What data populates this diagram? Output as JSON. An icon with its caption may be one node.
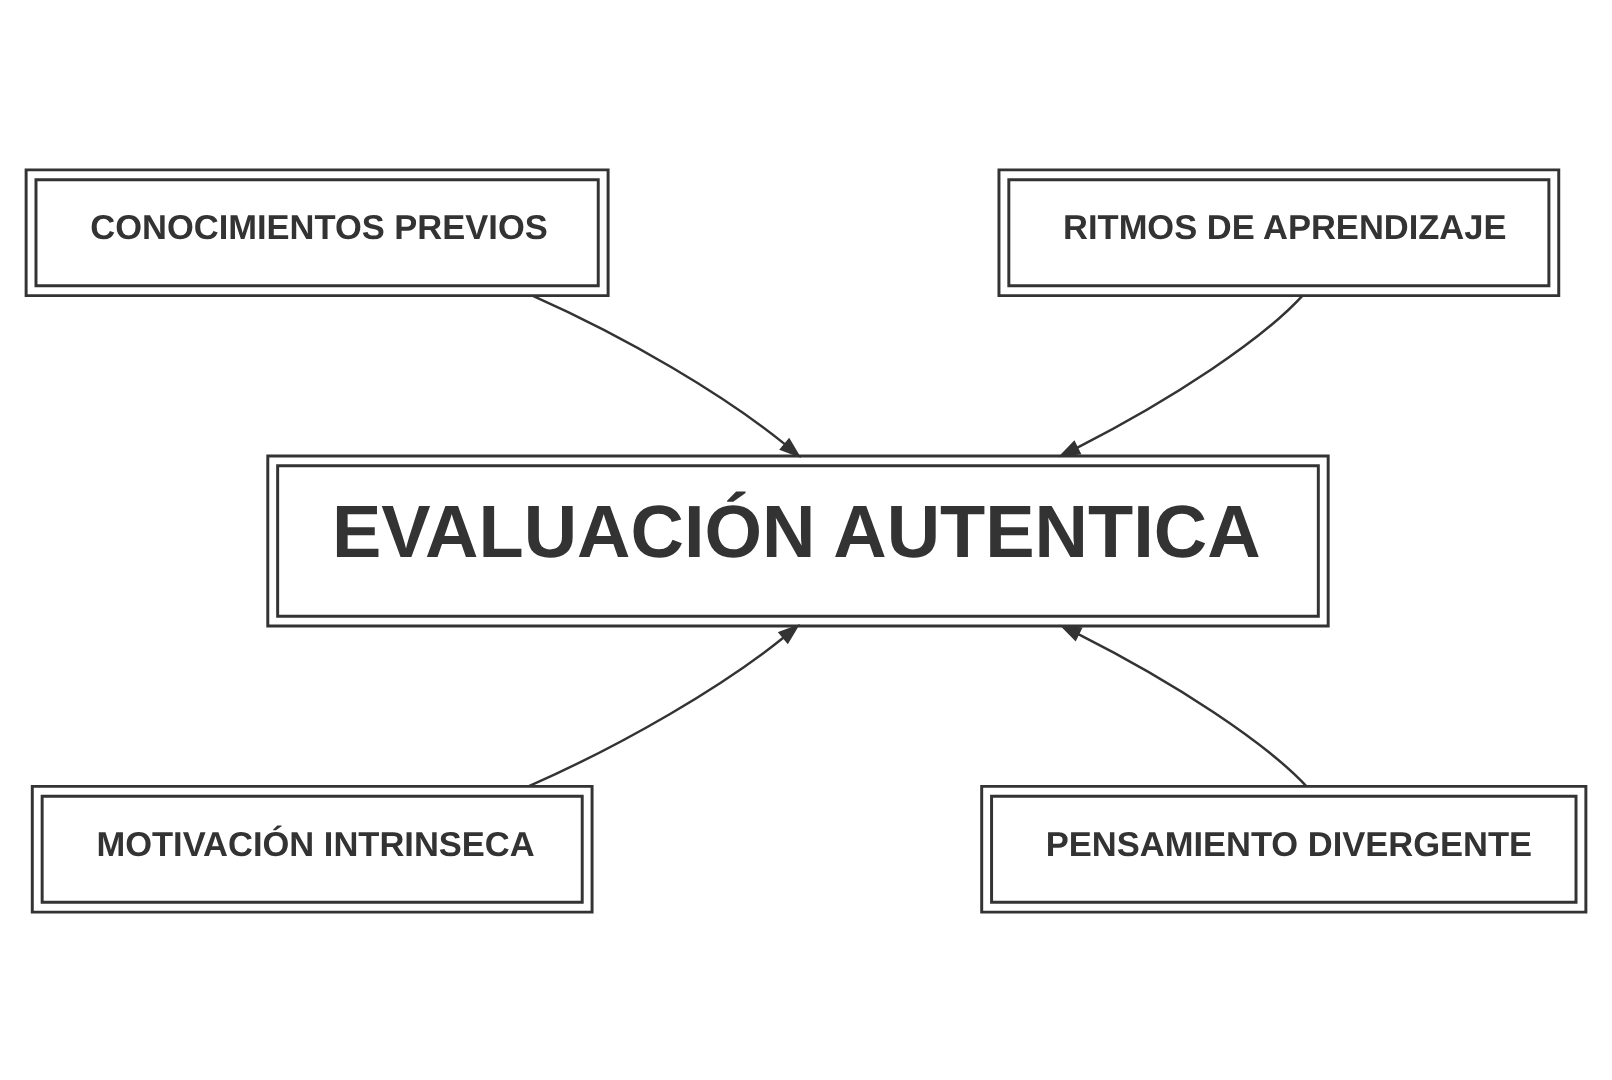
{
  "diagram": {
    "nodes": [
      {
        "text": [
          "CONOCIMIENTOS PREVIOS"
        ]
      },
      {
        "text": [
          "RITMOS DE APRENDIZAJE"
        ]
      },
      {
        "text": [
          "EVALUACIÓN AUTENTICA"
        ]
      },
      {
        "text": [
          "MOTIVACIÓN INTRINSECA"
        ]
      },
      {
        "text": [
          "PENSAMIENTO DIVERGENTE"
        ]
      }
    ],
    "edges": [
      {
        "from": 0,
        "to": 2,
        "arrow": "to"
      },
      {
        "from": 1,
        "to": 2,
        "arrow": "to"
      },
      {
        "from": 3,
        "to": 2,
        "arrow": "to"
      },
      {
        "from": 4,
        "to": 2,
        "arrow": "to"
      }
    ]
  }
}
